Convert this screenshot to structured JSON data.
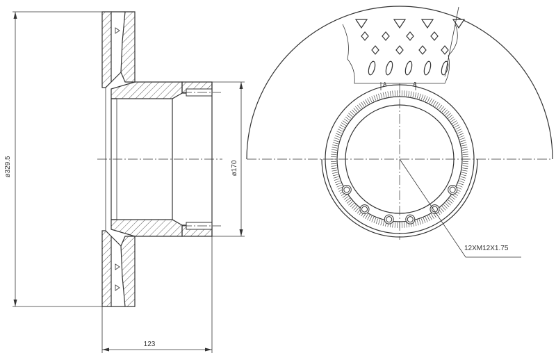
{
  "drawing": {
    "dimensions": {
      "outer_diameter": "ø329.5",
      "hub_diameter": "ø170",
      "total_height": "123",
      "thread_callout": "12XM12X1.75"
    },
    "section_marks": [
      "A",
      "A"
    ],
    "colors": {
      "line": "#333333",
      "background": "#ffffff"
    }
  }
}
